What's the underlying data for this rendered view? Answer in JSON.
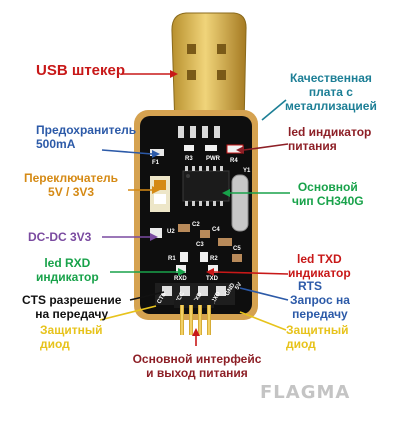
{
  "colors": {
    "red": "#c81818",
    "teal": "#1d7f96",
    "blue": "#2c5aa8",
    "green": "#18a24a",
    "orange": "#d58a15",
    "purple": "#7a4aa0",
    "black": "#111111",
    "darkred": "#8d1f26",
    "yellow": "#e7c31c"
  },
  "labels": {
    "usb": "USB  штекер",
    "quality": [
      "Качественная",
      "плата  с",
      "металлизацией"
    ],
    "fuse": [
      "Предохранитель",
      "500mA"
    ],
    "led_power": [
      "led индикатор",
      "питания"
    ],
    "switch": [
      "Переключатель",
      "5V  /  3V3"
    ],
    "chip": [
      "Основной",
      "чип CH340G"
    ],
    "dcdc": "DC-DC 3V3",
    "led_rxd": [
      "led  RXD",
      "индикатор"
    ],
    "led_txd": [
      "led TXD",
      "индикатор"
    ],
    "rts": "RTS",
    "cts": [
      "CTS  разрешение",
      "на передачу"
    ],
    "rts_req": [
      "Запрос на",
      "передачу"
    ],
    "diode_left": [
      "Защитный",
      "диод"
    ],
    "diode_right": [
      "Защитный",
      "диод"
    ],
    "main_if": [
      "Основной интерфейс",
      "и выход питания"
    ]
  },
  "silkscreen": {
    "f1": "F1",
    "r3": "R3",
    "pwr": "PWR",
    "r4": "R4",
    "u2": "U2",
    "c2": "C2",
    "c4": "C4",
    "c3": "C3",
    "c5": "C5",
    "y1": "Y1",
    "r1": "R1",
    "r2": "R2",
    "rxd": "RXD",
    "txd": "TXD",
    "pins_left": [
      "CTS",
      "VCC",
      "TXD"
    ],
    "pins_right": [
      "RXD",
      "GND",
      "5V"
    ]
  },
  "watermark": "FLAGMA"
}
